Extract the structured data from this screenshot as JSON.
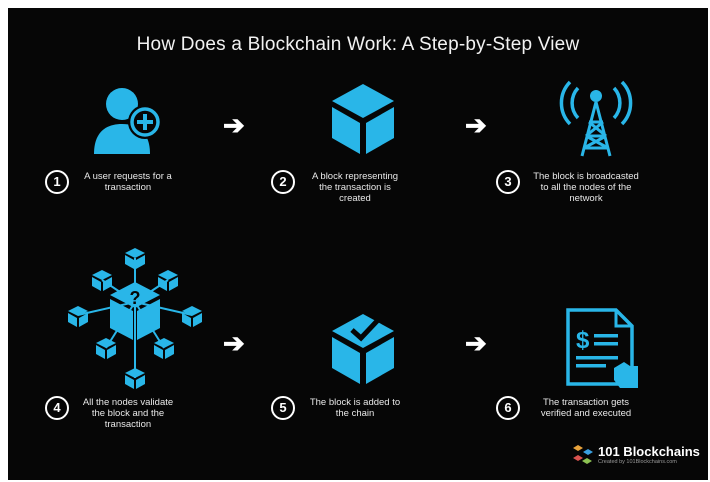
{
  "title": "How Does a Blockchain Work: A Step-by-Step View",
  "steps": [
    {
      "number": "1",
      "text": "A user requests for a transaction",
      "icon": "user-add-icon"
    },
    {
      "number": "2",
      "text": "A block representing the transaction is created",
      "icon": "cube-icon"
    },
    {
      "number": "3",
      "text": "The block is broadcasted to all the nodes of the network",
      "icon": "broadcast-tower-icon"
    },
    {
      "number": "4",
      "text": "All the nodes validate the block and the transaction",
      "icon": "network-nodes-icon"
    },
    {
      "number": "5",
      "text": "The block is added to the chain",
      "icon": "cube-check-icon"
    },
    {
      "number": "6",
      "text": "The transaction gets verified and executed",
      "icon": "invoice-document-icon"
    }
  ],
  "arrow": "➔",
  "brand": {
    "name": "101 Blockchains",
    "tagline": "Created by 101Blockchains.com"
  },
  "colors": {
    "background": "#060606",
    "icon": "#29b6e8",
    "text": "#ffffff"
  }
}
